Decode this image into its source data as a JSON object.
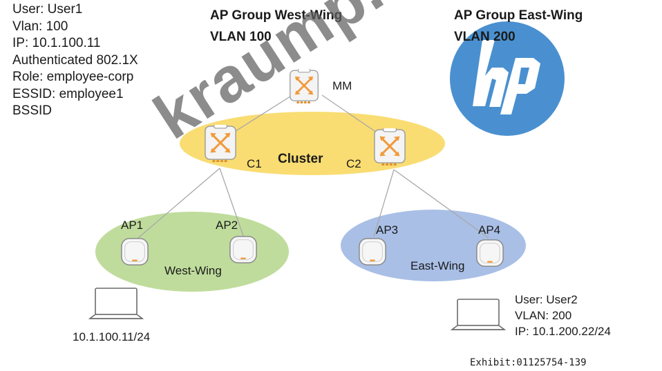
{
  "user1": {
    "lines": [
      "User: User1",
      "Vlan: 100",
      "IP: 10.1.100.11",
      "Authenticated 802.1X",
      "Role: employee-corp",
      "ESSID: employee1",
      "BSSID"
    ],
    "ip_label": "10.1.100.11/24"
  },
  "user2": {
    "lines": [
      "User: User2",
      "VLAN: 200",
      "IP: 10.1.200.22/24"
    ]
  },
  "groups": {
    "west": {
      "title": "AP Group West-Wing",
      "vlan": "VLAN 100"
    },
    "east": {
      "title": "AP Group East-Wing",
      "vlan": "VLAN 200"
    }
  },
  "nodes": {
    "mm": "MM",
    "c1": "C1",
    "c2": "C2",
    "cluster": "Cluster",
    "ap1": "AP1",
    "ap2": "AP2",
    "ap3": "AP3",
    "ap4": "AP4",
    "west_wing": "West-Wing",
    "east_wing": "East-Wing"
  },
  "exhibit": "Exhibit:01125754-139",
  "watermark": "kraump.com",
  "logo": "hp",
  "colors": {
    "cluster_fill": "#f9dd72",
    "west_fill": "#bfdc9c",
    "east_fill": "#a9bfe6",
    "logo_blue": "#4a90d0",
    "controller_orange": "#f29a3a"
  },
  "icons": [
    "mobility-master-icon",
    "controller-icon",
    "access-point-icon",
    "laptop-icon"
  ]
}
